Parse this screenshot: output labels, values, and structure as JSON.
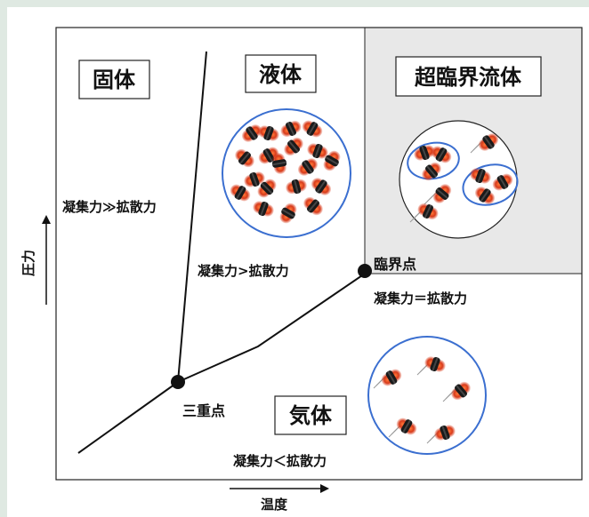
{
  "regions": {
    "solid": "固体",
    "liquid": "液体",
    "supercritical": "超臨界流体",
    "gas": "気体"
  },
  "points": {
    "triple": "三重点",
    "critical": "臨界点"
  },
  "relations": {
    "solid": "凝集力≫拡散力",
    "liquid": "凝集力>拡散力",
    "critical": "凝集力＝拡散力",
    "gas": "凝集力＜拡散力"
  },
  "axes": {
    "x": "温度",
    "y": "圧力"
  },
  "colors": {
    "page_bg": "#dfe9e2",
    "supercritical_bg": "#e8e8e8",
    "cluster_outline": "#3b6fd0",
    "molecule_red": "#d83a1a",
    "molecule_dark": "#1a1a1a"
  }
}
